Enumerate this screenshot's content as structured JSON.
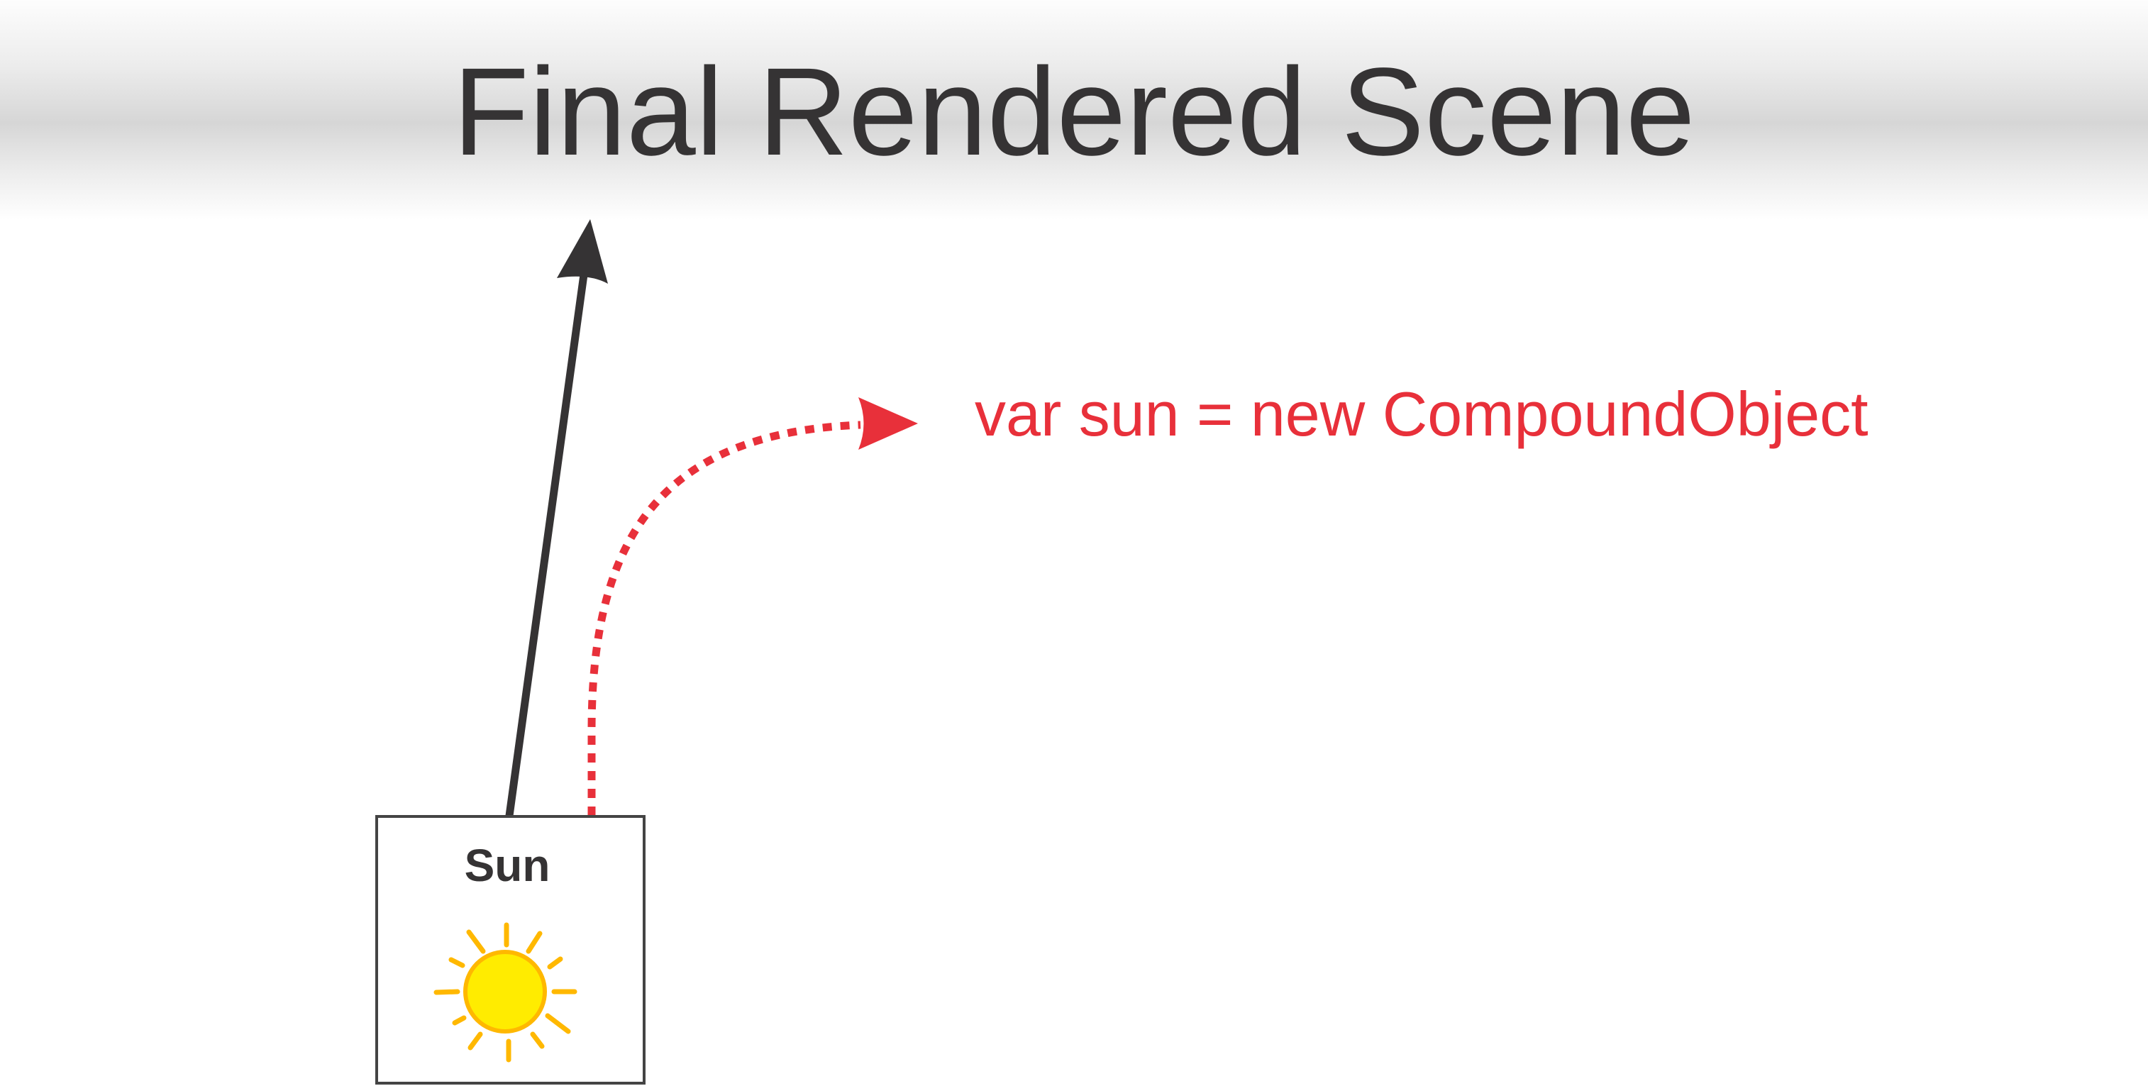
{
  "header": {
    "title": "Final Rendered Scene"
  },
  "annotation": {
    "code": "var sun = new CompoundObject"
  },
  "node": {
    "label": "Sun",
    "icon": "sun-icon"
  },
  "colors": {
    "text": "#353334",
    "accent": "#e8303a",
    "sun_fill": "#ffec00",
    "sun_stroke": "#ffb800",
    "box_border": "#444444"
  }
}
